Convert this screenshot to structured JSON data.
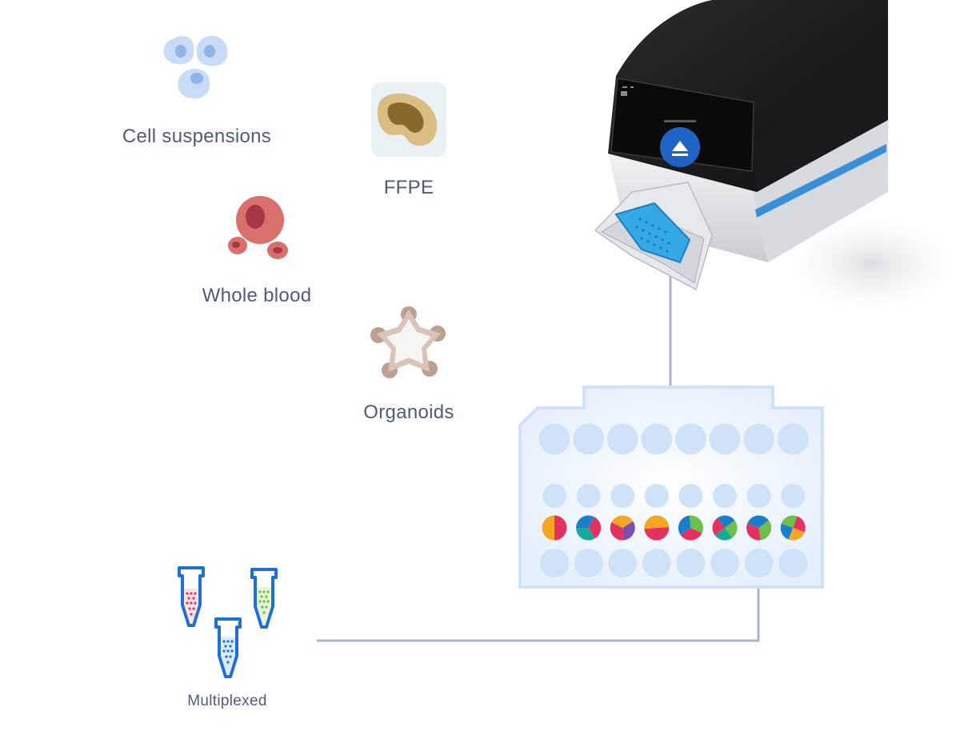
{
  "samples": [
    {
      "id": "cell",
      "label": "Cell suspensions",
      "icon": "cell-suspension-icon"
    },
    {
      "id": "ffpe",
      "label": "FFPE",
      "icon": "ffpe-tissue-icon"
    },
    {
      "id": "blood",
      "label": "Whole blood",
      "icon": "blood-cells-icon"
    },
    {
      "id": "organoids",
      "label": "Organoids",
      "icon": "organoid-icon"
    },
    {
      "id": "multiplexed",
      "label": "Multiplexed",
      "icon": "sample-tubes-icon"
    }
  ],
  "instrument": {
    "name": "chromium-instrument",
    "icon": "eject-icon"
  },
  "chip": {
    "columns": 8,
    "pie_rows": [
      [
        "#e6315f",
        "#f5a623"
      ],
      [
        "#e6315f",
        "#17a99a",
        "#1a7fc8"
      ],
      [
        "#7b4fb0",
        "#e6315f",
        "#f5a623"
      ],
      [
        "#e6315f",
        "#f5a623"
      ],
      [
        "#e6315f",
        "#1a7fc8",
        "#6cc04a"
      ],
      [
        "#17a99a",
        "#e6315f",
        "#1a7fc8",
        "#6cc04a"
      ],
      [
        "#e6315f",
        "#1a7fc8",
        "#6cc04a"
      ],
      [
        "#1a7fc8",
        "#6cc04a",
        "#e6315f",
        "#f5a623"
      ]
    ]
  },
  "colors": {
    "label": "#4f5b78",
    "connector": "#a8b5c8",
    "chip_fill": "#eaf3fd",
    "chip_stroke": "#cfe2f7",
    "well": "#cfe2f7",
    "tube_outline": "#1f6fd6"
  }
}
